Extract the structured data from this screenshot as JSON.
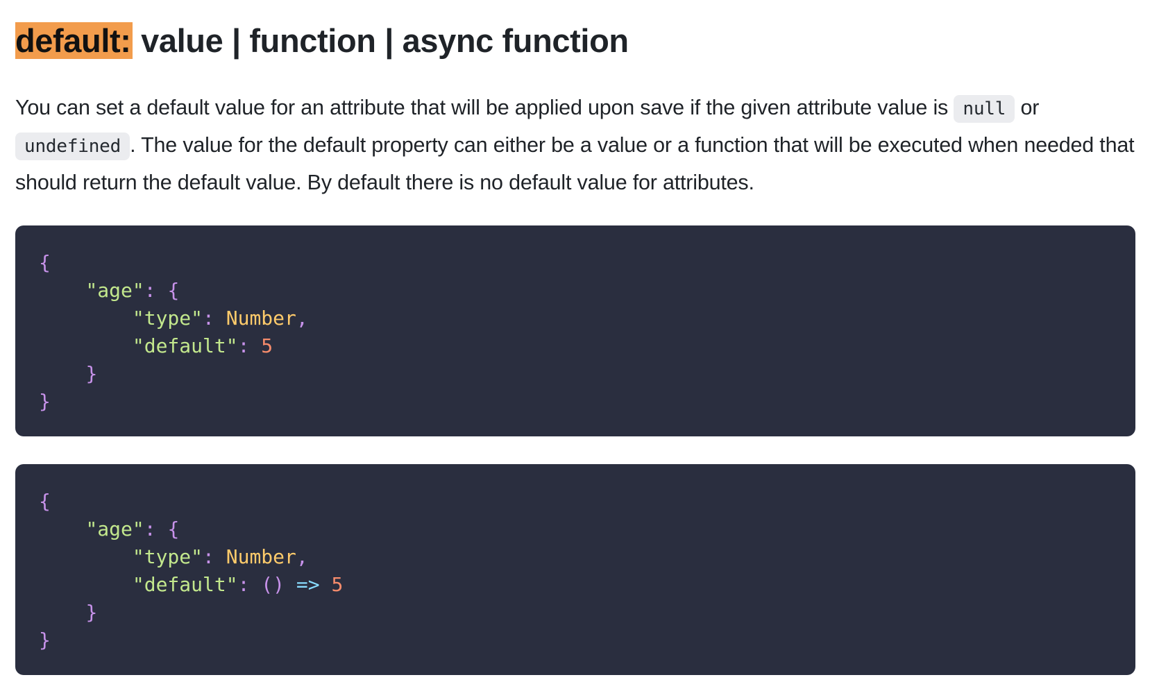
{
  "heading": {
    "highlighted": "default:",
    "rest": " value | function | async function"
  },
  "description": {
    "part1": "You can set a default value for an attribute that will be applied upon save if the given attribute value is ",
    "code1": "null",
    "part2": " or ",
    "code2": "undefined",
    "part3": ". The value for the default property can either be a value or a function that will be executed when needed that should return the default value. By default there is no default value for attributes."
  },
  "colors": {
    "highlight": "#f29c4c",
    "code_bg": "#2a2e3f",
    "brace": "#c792ea",
    "string": "#c3e88d",
    "type": "#ffcb6b",
    "number": "#f78c6c",
    "arrow": "#89ddff",
    "inline_code_bg": "#ebecef"
  },
  "code_blocks": [
    {
      "open_brace": "{",
      "indent1": "    ",
      "key_age": "\"age\"",
      "colon": ":",
      "age_open": " {",
      "indent2": "        ",
      "key_type": "\"type\"",
      "type_value": "Number",
      "comma": ",",
      "key_default": "\"default\"",
      "default_value": "5",
      "inner_close": "}",
      "close_brace": "}"
    },
    {
      "open_brace": "{",
      "indent1": "    ",
      "key_age": "\"age\"",
      "colon": ":",
      "age_open": " {",
      "indent2": "        ",
      "key_type": "\"type\"",
      "type_value": "Number",
      "comma": ",",
      "key_default": "\"default\"",
      "default_parens": "()",
      "default_arrow": "=>",
      "default_value": "5",
      "inner_close": "}",
      "close_brace": "}"
    }
  ]
}
